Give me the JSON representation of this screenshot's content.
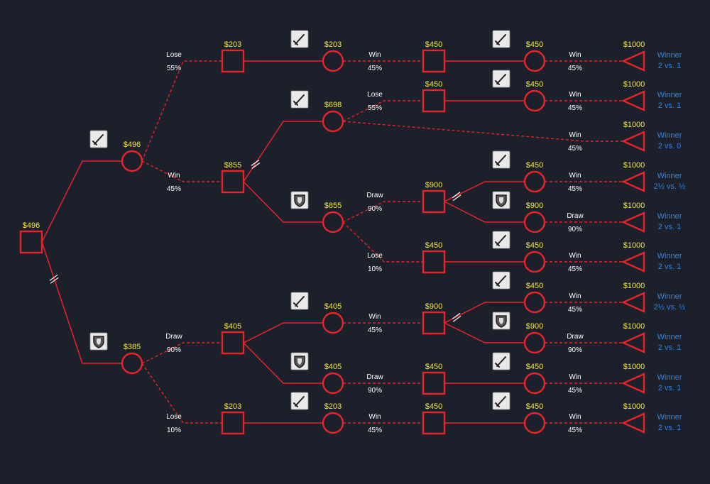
{
  "nodes": {
    "root": {
      "value": "$496"
    },
    "c1": {
      "value": "$496"
    },
    "c2": {
      "value": "$385"
    },
    "d1": {
      "value": "$203"
    },
    "d2": {
      "value": "$855"
    },
    "d3": {
      "value": "$405"
    },
    "d4": {
      "value": "$203"
    },
    "c3": {
      "value": "$203"
    },
    "c4": {
      "value": "$698"
    },
    "c5": {
      "value": "$855"
    },
    "c6": {
      "value": "$405"
    },
    "c7": {
      "value": "$405"
    },
    "c8": {
      "value": "$203"
    },
    "d5": {
      "value": "$450"
    },
    "d6": {
      "value": "$450"
    },
    "d7": {
      "value": "$900"
    },
    "d8": {
      "value": "$450"
    },
    "d9": {
      "value": "$900"
    },
    "d10": {
      "value": "$450"
    },
    "d11": {
      "value": "$450"
    },
    "c9": {
      "value": "$450"
    },
    "c10": {
      "value": "$450"
    },
    "c11": {
      "value": "$450"
    },
    "c12": {
      "value": "$900"
    },
    "c13": {
      "value": "$450"
    },
    "c14": {
      "value": "$450"
    },
    "c15": {
      "value": "$900"
    },
    "c16": {
      "value": "$450"
    },
    "c17": {
      "value": "$450"
    }
  },
  "edges": {
    "root_c1": {
      "outcome": "",
      "probability": ""
    },
    "c1_d1": {
      "outcome": "Lose",
      "probability": "55%"
    },
    "c1_d2": {
      "outcome": "Win",
      "probability": "45%"
    },
    "c2_d3": {
      "outcome": "Draw",
      "probability": "90%"
    },
    "c2_d4": {
      "outcome": "Lose",
      "probability": "10%"
    },
    "c3_d5": {
      "outcome": "Win",
      "probability": "45%"
    },
    "c4_d6": {
      "outcome": "Lose",
      "probability": "55%"
    },
    "c4_t3": {
      "outcome": "Win",
      "probability": "45%"
    },
    "c5_d7": {
      "outcome": "Draw",
      "probability": "90%"
    },
    "c5_d8": {
      "outcome": "Lose",
      "probability": "10%"
    },
    "c6_d9": {
      "outcome": "Win",
      "probability": "45%"
    },
    "c7_d10": {
      "outcome": "Draw",
      "probability": "90%"
    },
    "c8_d11": {
      "outcome": "Win",
      "probability": "45%"
    },
    "c9_t1": {
      "outcome": "Win",
      "probability": "45%"
    },
    "c10_t2": {
      "outcome": "Win",
      "probability": "45%"
    },
    "c11_t4": {
      "outcome": "Win",
      "probability": "45%"
    },
    "c12_t5": {
      "outcome": "Draw",
      "probability": "90%"
    },
    "c13_t6": {
      "outcome": "Win",
      "probability": "45%"
    },
    "c14_t7": {
      "outcome": "Win",
      "probability": "45%"
    },
    "c15_t8": {
      "outcome": "Draw",
      "probability": "90%"
    },
    "c16_t9": {
      "outcome": "Win",
      "probability": "45%"
    },
    "c17_t10": {
      "outcome": "Win",
      "probability": "45%"
    }
  },
  "terminals": [
    {
      "value": "$1000",
      "line1": "Winner",
      "line2": "2 vs. 1"
    },
    {
      "value": "$1000",
      "line1": "Winner",
      "line2": "2 vs. 1"
    },
    {
      "value": "$1000",
      "line1": "Winner",
      "line2": "2 vs. 0"
    },
    {
      "value": "$1000",
      "line1": "Winner",
      "line2": "2½ vs. ½"
    },
    {
      "value": "$1000",
      "line1": "Winner",
      "line2": "2 vs. 1"
    },
    {
      "value": "$1000",
      "line1": "Winner",
      "line2": "2 vs. 1"
    },
    {
      "value": "$1000",
      "line1": "Winner",
      "line2": "2½ vs. ½"
    },
    {
      "value": "$1000",
      "line1": "Winner",
      "line2": "2 vs. 1"
    },
    {
      "value": "$1000",
      "line1": "Winner",
      "line2": "2 vs. 1"
    },
    {
      "value": "$1000",
      "line1": "Winner",
      "line2": "2 vs. 1"
    }
  ],
  "icons": {
    "attack": "sword-icon",
    "defend": "shield-icon"
  },
  "colors": {
    "background": "#1b202a",
    "node": "#e8232a",
    "value": "#f5e642",
    "winner": "#2f86e8",
    "label": "#ffffff"
  }
}
